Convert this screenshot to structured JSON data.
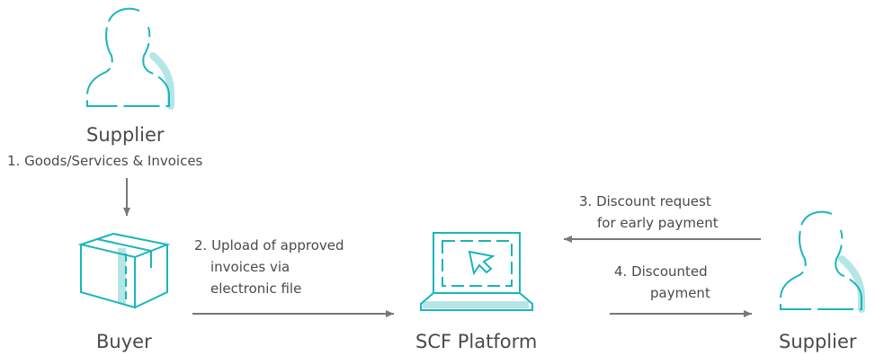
{
  "colors": {
    "teal": "#1ab5bb",
    "teal_light": "#b5e6e7",
    "arrow": "#777777",
    "text": "#4a4a4a"
  },
  "nodes": {
    "supplier_top": {
      "label": "Supplier",
      "icon": "person-icon"
    },
    "buyer": {
      "label": "Buyer",
      "icon": "box-icon"
    },
    "platform": {
      "label": "SCF Platform",
      "icon": "laptop-icon"
    },
    "supplier_right": {
      "label": "Supplier",
      "icon": "person-icon"
    }
  },
  "steps": {
    "step1": "1. Goods/Services & Invoices",
    "step2": [
      "2. Upload of approved",
      "invoices via",
      "electronic file"
    ],
    "step3": [
      "3. Discount request",
      "for early payment"
    ],
    "step4": [
      "4. Discounted",
      "payment"
    ]
  }
}
